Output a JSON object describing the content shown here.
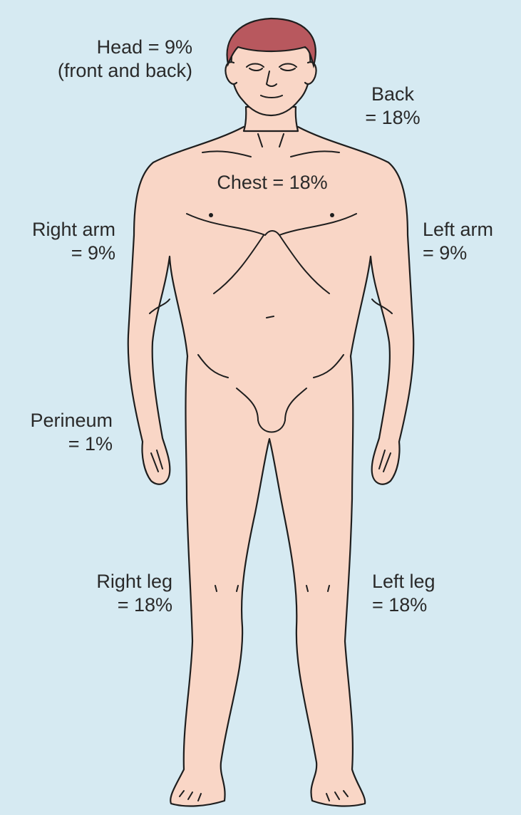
{
  "colors": {
    "background": "#d6eaf2",
    "skin": "#f9d6c6",
    "hair": "#b8585e",
    "outline": "#1e1e1e"
  },
  "labels": {
    "head": {
      "line1": "Head = 9%",
      "line2": "(front and back)"
    },
    "back": {
      "line1": "Back",
      "line2": "= 18%"
    },
    "chest": {
      "line1": "Chest = 18%"
    },
    "right_arm": {
      "line1": "Right arm",
      "line2": "= 9%"
    },
    "left_arm": {
      "line1": "Left arm",
      "line2": "= 9%"
    },
    "perineum": {
      "line1": "Perineum",
      "line2": "= 1%"
    },
    "right_leg": {
      "line1": "Right leg",
      "line2": "= 18%"
    },
    "left_leg": {
      "line1": "Left leg",
      "line2": "= 18%"
    }
  }
}
